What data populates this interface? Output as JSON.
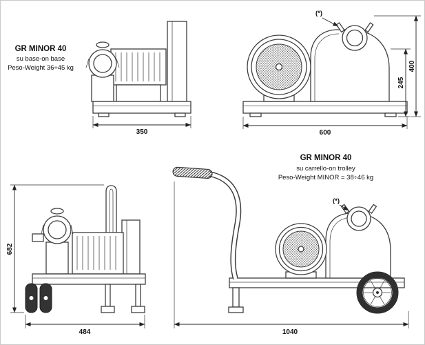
{
  "base": {
    "title": "GR MINOR 40",
    "subtitle": "su base-on base",
    "weight": "Peso-Weight 36÷45 kg",
    "annotation": "(*)",
    "dims": {
      "width": "350",
      "length": "600",
      "height": "400",
      "port_height": "245"
    }
  },
  "trolley": {
    "title": "GR MINOR 40",
    "subtitle": "su carrello-on trolley",
    "weight": "Peso-Weight MINOR = 38÷46 kg",
    "annotation": "(*)",
    "dims": {
      "height": "682",
      "width": "484",
      "length": "1040"
    }
  }
}
